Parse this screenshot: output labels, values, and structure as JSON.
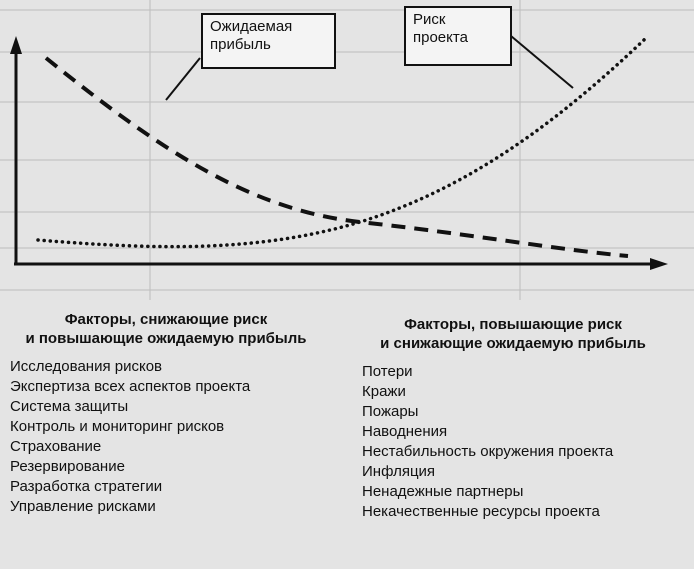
{
  "callouts": {
    "expected_profit": "Ожидаемая прибыль",
    "project_risk": "Риск проекта"
  },
  "left_factors": {
    "heading_line1": "Факторы, снижающие риск",
    "heading_line2": "и повышающие ожидаемую прибыль",
    "items": [
      "Исследования рисков",
      "Экспертиза всех аспектов проекта",
      "Система защиты",
      "Контроль и мониторинг рисков",
      "Страхование",
      "Резервирование",
      "Разработка стратегии",
      "Управление рисками"
    ]
  },
  "right_factors": {
    "heading_line1": "Факторы, повышающие риск",
    "heading_line2": "и снижающие ожидаемую прибыль",
    "items": [
      "Потери",
      "Кражи",
      "Пожары",
      "Наводнения",
      "Нестабильность окружения проекта",
      "Инфляция",
      "Ненадежные партнеры",
      "Некачественные ресурсы проекта"
    ]
  },
  "colors": {
    "ink": "#111111",
    "paper": "#e4e4e4"
  }
}
